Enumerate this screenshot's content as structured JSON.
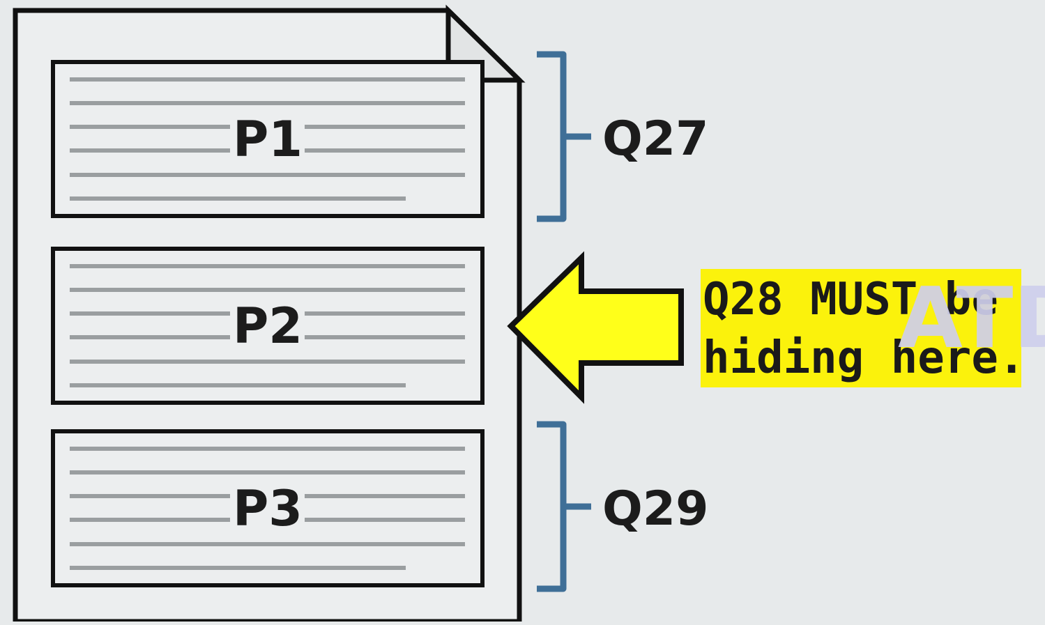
{
  "passages": [
    {
      "label": "P1"
    },
    {
      "label": "P2"
    },
    {
      "label": "P3"
    }
  ],
  "questions": [
    {
      "label": "Q27",
      "bracket_color": "#3f6f97"
    },
    {
      "label": "Q29",
      "bracket_color": "#3f6f97"
    }
  ],
  "callout": {
    "line1": "Q28 MUST be",
    "line2": "hiding here.",
    "highlight_color": "#fbf20c",
    "arrow_color": "#ffff1a"
  },
  "watermark": "ATD",
  "colors": {
    "background": "#e7eaeb",
    "page_fill": "#eceeef",
    "outline": "#111111",
    "text_lines": "#9a9ea0"
  }
}
